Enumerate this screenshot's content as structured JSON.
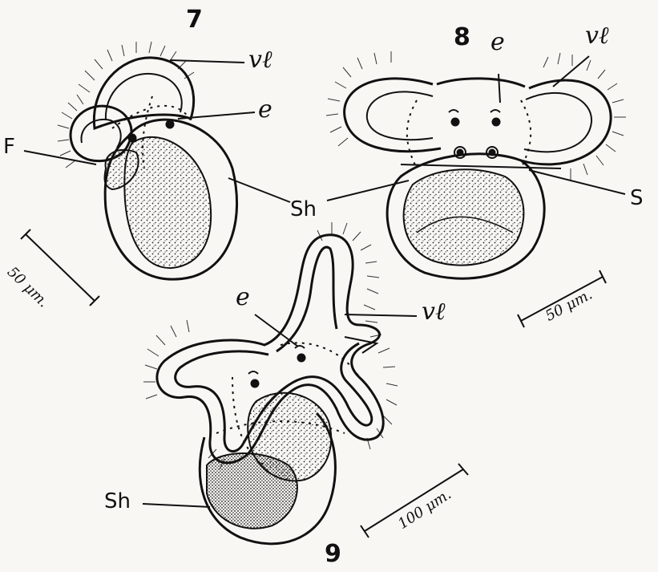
{
  "figures": [
    {
      "number": "7",
      "labels": {
        "velum": "vℓ",
        "eye": "e",
        "foot": "F",
        "shell": "Sh"
      },
      "scale_bar": "50 μm."
    },
    {
      "number": "8",
      "labels": {
        "eye": "e",
        "velum": "vℓ",
        "statocyst": "S"
      },
      "scale_bar": "50 μm."
    },
    {
      "number": "9",
      "labels": {
        "eye": "e",
        "velum": "vℓ",
        "shell": "Sh"
      },
      "scale_bar": "100 μm."
    }
  ],
  "colors": {
    "ink": "#111111",
    "paper": "#f8f7f4",
    "stipple": "#222222"
  }
}
